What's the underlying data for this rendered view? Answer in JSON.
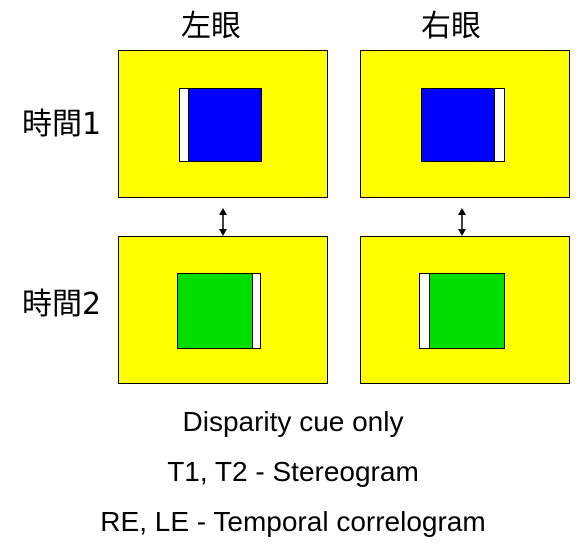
{
  "columns": {
    "left_eye": "左眼",
    "right_eye": "右眼"
  },
  "rows": {
    "time1": "時間1",
    "time2": "時間2"
  },
  "colors": {
    "background": "#ffff00",
    "time1_square": "#0000ff",
    "time2_square": "#00dd00",
    "gap": "#ffffff"
  },
  "captions": {
    "line1": "Disparity cue only",
    "line2": "T1, T2 - Stereogram",
    "line3": "RE, LE - Temporal correlogram"
  }
}
